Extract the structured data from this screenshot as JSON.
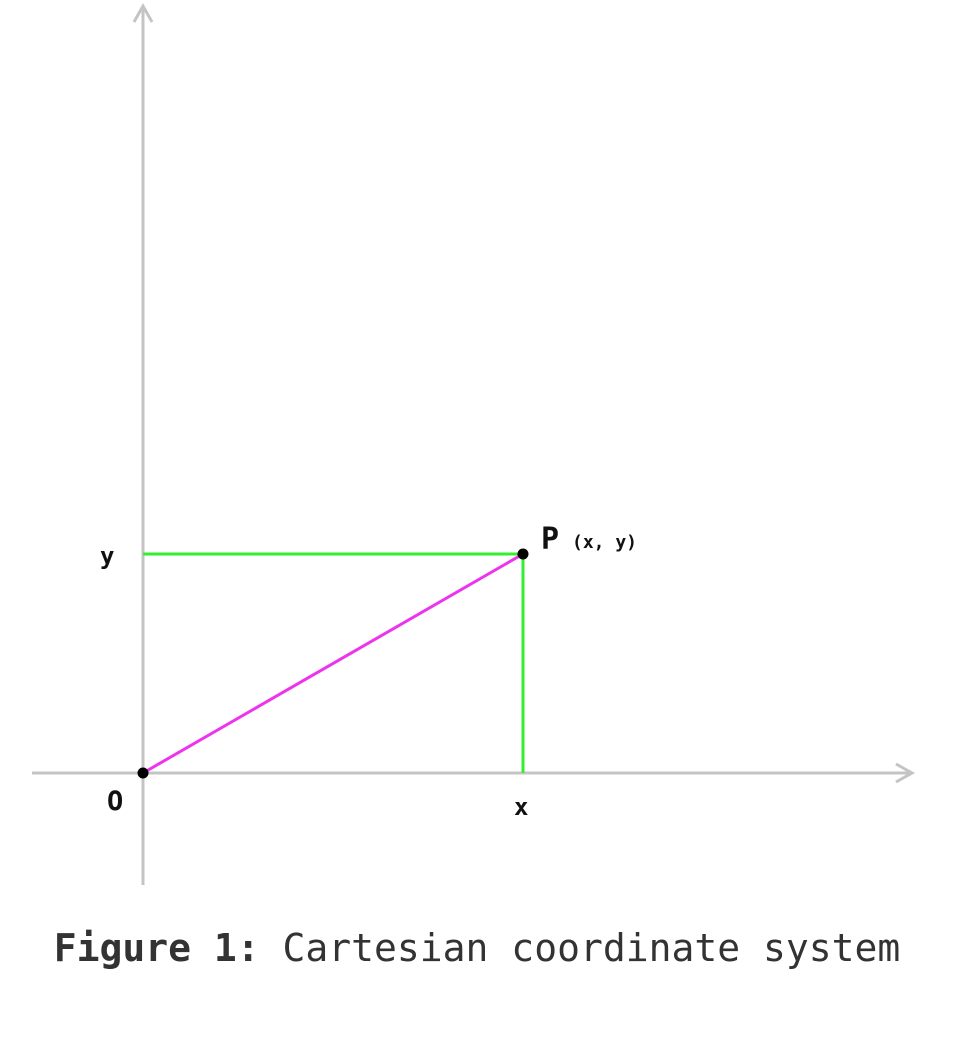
{
  "diagram": {
    "origin_label": "O",
    "x_label": "x",
    "y_label": "y",
    "point_label": "P",
    "point_coords": "(x, y)"
  },
  "caption": {
    "figure_number": "Figure 1:",
    "text": "Cartesian coordinate system"
  },
  "colors": {
    "axis": "#c4c4c4",
    "guide_lines": "#33ee33",
    "vector": "#ee33ee",
    "points": "#000000"
  }
}
